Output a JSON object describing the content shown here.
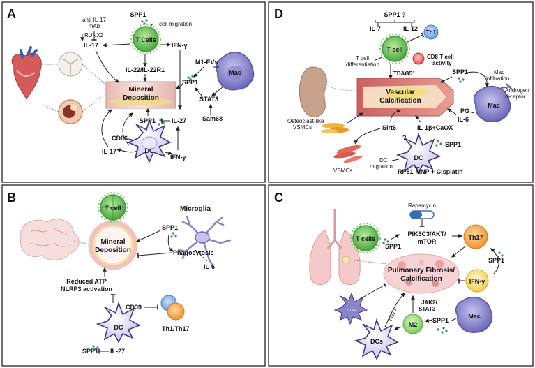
{
  "panels": {
    "A": {
      "letter": "A",
      "spp1_top": "SPP1",
      "tcell_migration": "T cell migration",
      "anti_il17_l1": "anti-IL-17",
      "anti_il17_l2": "mAb",
      "runx2": "RUNX2",
      "il17_top": "IL-17",
      "tcells": "T Cells",
      "ifng_top": "IFN-γ",
      "il22": "IL-22/IL-22R1",
      "m1evs": "M1-EVs",
      "spp1_mid": "SPP1",
      "mac": "Mac",
      "mineral_l1": "Mineral",
      "mineral_l2": "Deposition",
      "stat3": "STAT3",
      "sam68": "Sam68",
      "spp1_dc": "SPP1",
      "il27": "IL-27",
      "cd86": "CD86",
      "il17_bottom": "IL-17",
      "dc": "DC",
      "ifng_bottom": "IFN-γ"
    },
    "B": {
      "letter": "B",
      "tcell": "T cell",
      "microglia": "Microglia",
      "spp1": "SPP1",
      "mineral_l1": "Mineral",
      "mineral_l2": "Deposition",
      "phagocytosis": "Phagocytosis",
      "il6": "IL-6",
      "reduced_atp": "Reduced ATP",
      "nlrp3": "NLRP3 activation",
      "cd39": "CD39",
      "dc": "DC",
      "th1th17": "Th1/Th17",
      "spp1_bottom": "SPP1",
      "il27": "IL-27"
    },
    "C": {
      "letter": "C",
      "rapamycin": "Rapamycin",
      "tcells": "T cells",
      "spp1_t": "SPP1",
      "pik_l1": "PIK3C3/AKT/",
      "pik_l2": "mTOR",
      "th17": "Th17",
      "spp1_right": "SPP1",
      "fibrosis_l1": "Pulmonary Fibrosis/",
      "fibrosis_l2": "Calcification",
      "ifng": "IFN-γ",
      "cd11b": "CD11b+",
      "fizz1": "FIZZ1",
      "jak2_l1": "JAK2/",
      "jak2_l2": "STAT3",
      "spp1_mac": "SPP1",
      "mac": "Mac",
      "m2": "M2",
      "dcs": "DCs"
    },
    "D": {
      "letter": "D",
      "spp1q": "SPP1 ?",
      "il7": "IL-7",
      "il12": "IL-12",
      "th1": "Th1",
      "tcell": "T cell",
      "cd8_l1": "CD8 T cell",
      "cd8_l2": "activity",
      "tdiff_l1": "T cell",
      "tdiff_l2": "differentiation",
      "tdag51": "TDAG51",
      "spp1_mac": "SPP1",
      "mac_infil_l1": "Mac",
      "mac_infil_l2": "infiltration",
      "androgen_l1": "Androgen",
      "androgen_l2": "receptor",
      "mac": "Mac",
      "vasc_l1": "Vascular",
      "vasc_l2": "Calcification",
      "pg": "PG",
      "il6": "IL-6",
      "osteo_l1": "Osteoclast-like",
      "osteo_l2": "VSMCs",
      "sirt6": "Sirt6",
      "il1b": "IL-1β+CaOX",
      "question": "?",
      "dc": "DC",
      "spp1_dc": "SPP1",
      "vsmcs": "VSMCs",
      "dcmig_l1": "DC",
      "dcmig_l2": "migration",
      "rp81": "RP81-MNP + Cisplatin"
    }
  },
  "colors": {
    "tcell": "#7ccf6a",
    "tcell_dark": "#3f9a3a",
    "mac": "#9a95d4",
    "mac_dark": "#5b55a8",
    "dc": "#d9d4f0",
    "dc_dark": "#3d3580",
    "mineral": "#f3d9d4",
    "th": "#f0a640",
    "spp1_dot": "#2e8b7a",
    "m2": "#9fe07f"
  }
}
